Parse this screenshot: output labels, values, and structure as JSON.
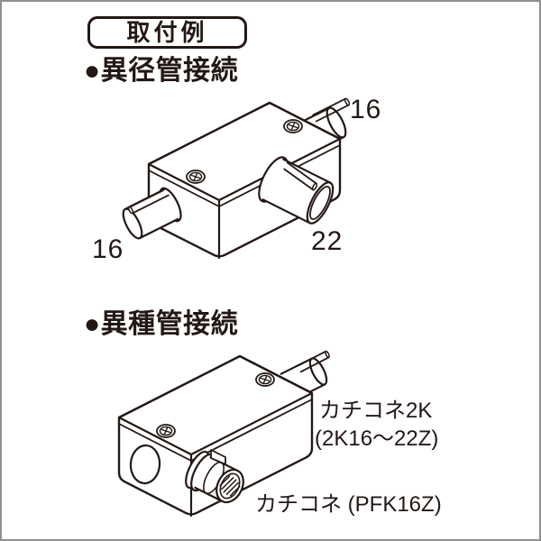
{
  "colors": {
    "ink": "#231815",
    "frame": "#8f8f8f",
    "background": "#ffffff"
  },
  "title_box": {
    "label": "取付例"
  },
  "section_1": {
    "heading": "●異径管接続",
    "labels": {
      "pipe_top_right_size": "16",
      "pipe_front_size": "22",
      "pipe_left_size": "16"
    }
  },
  "section_2": {
    "heading": "●異種管接続",
    "labels": {
      "connector_top_line1": "カチコネ2K",
      "connector_top_line2": "(2K16～22Z)",
      "connector_bottom": "カチコネ (PFK16Z)"
    }
  }
}
